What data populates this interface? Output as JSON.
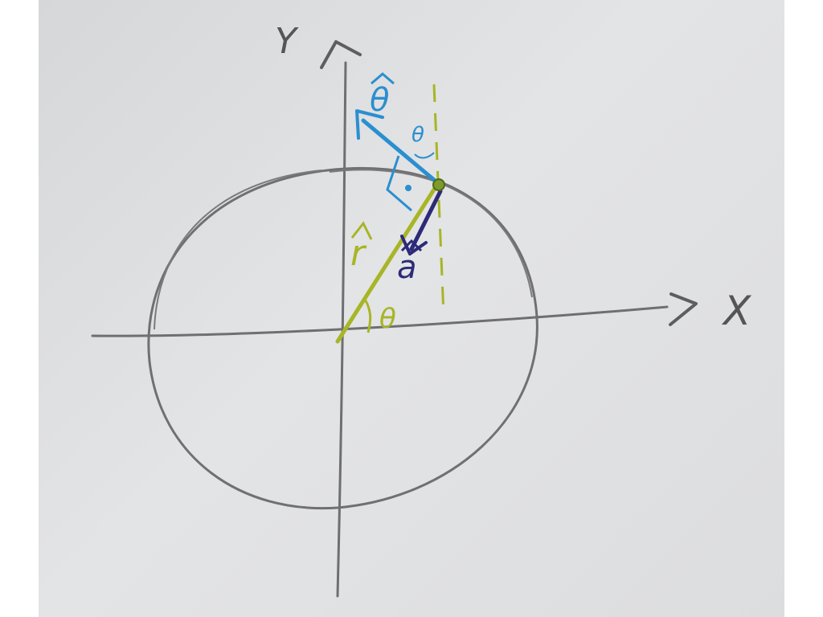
{
  "labels": {
    "y_axis": "Y",
    "x_axis": "X",
    "angle": "θ",
    "angle_upper": "θ",
    "radius_vector": "r",
    "tangent_vector": "θ",
    "acceleration_vector": "a"
  },
  "colors": {
    "paper": "#dcdddf",
    "pencil": "#6f6f71",
    "yellow_green": "#a8b526",
    "blue": "#2a8fd0",
    "navy": "#2d2a78"
  }
}
